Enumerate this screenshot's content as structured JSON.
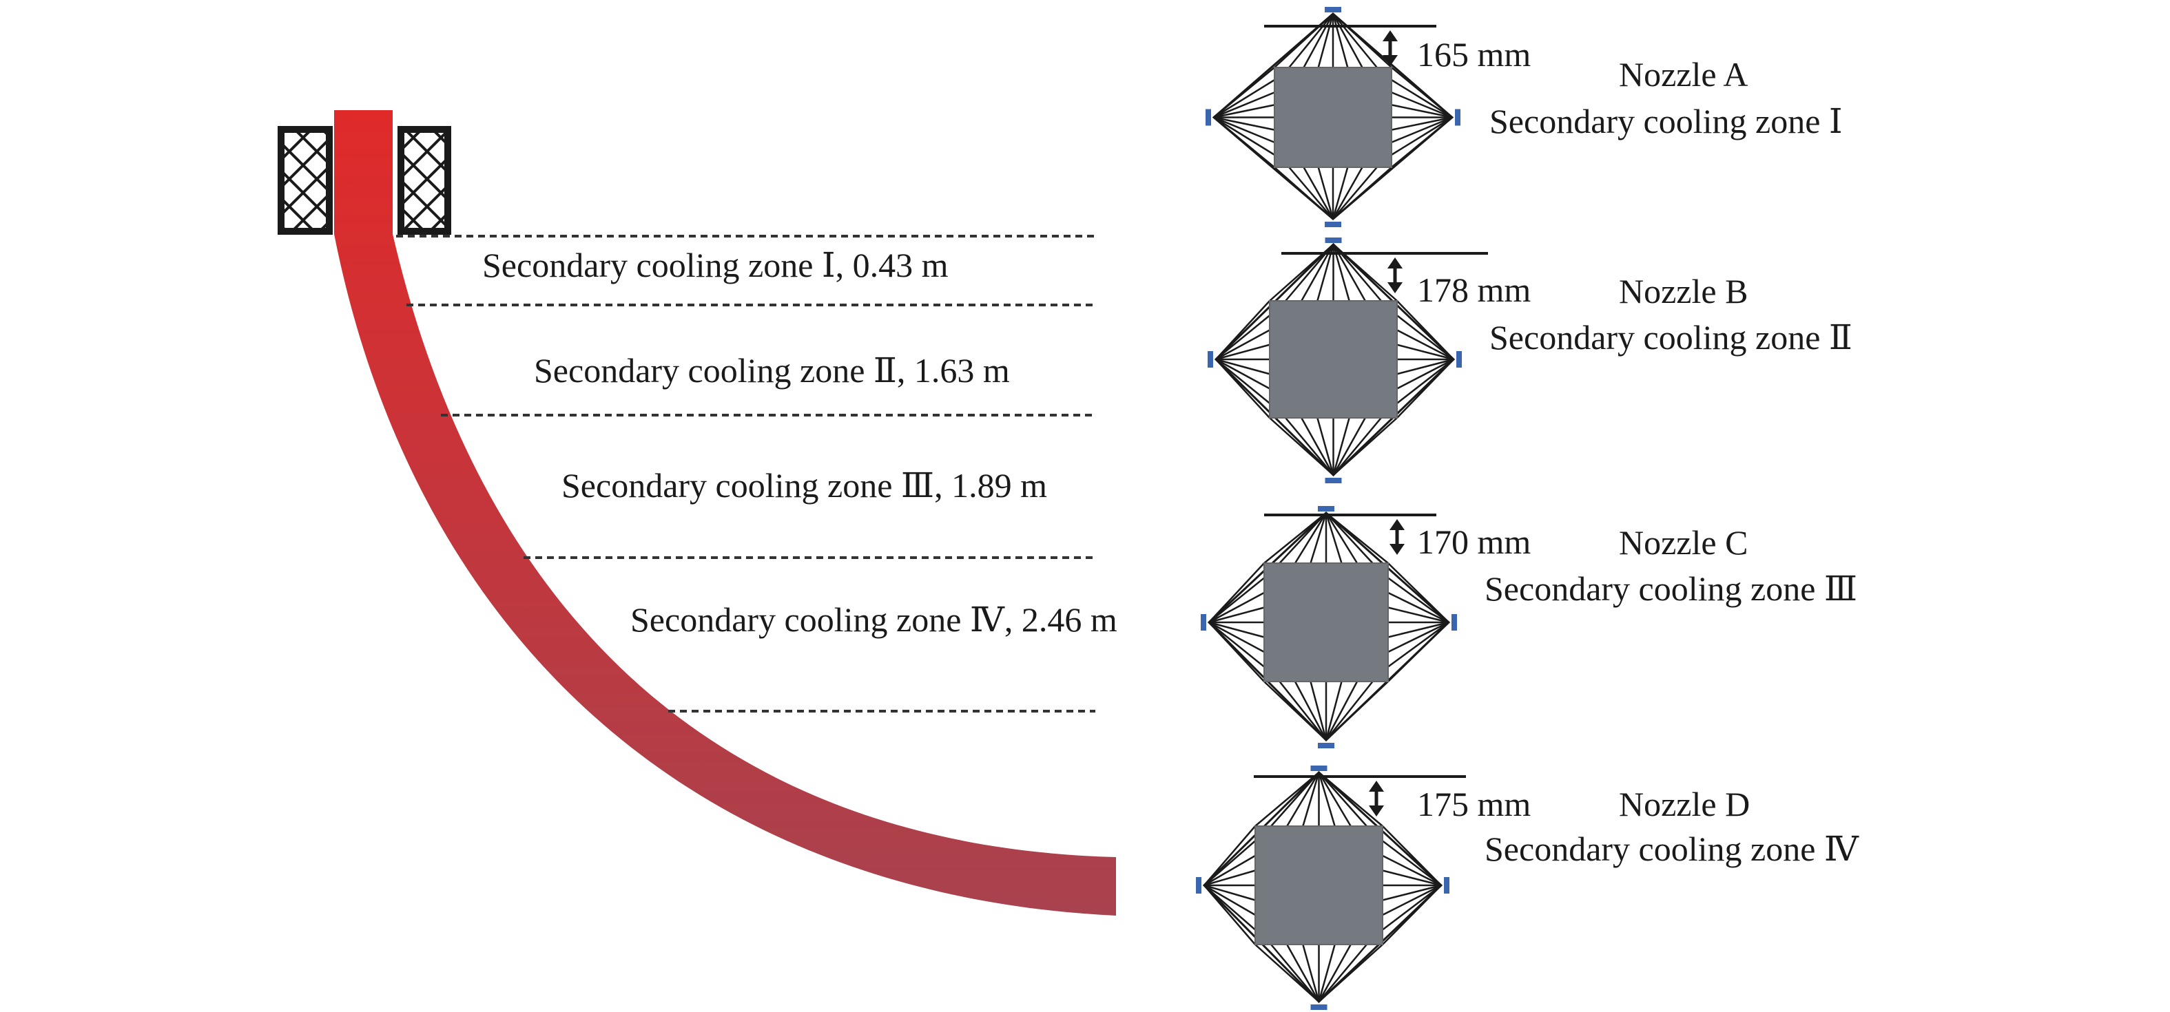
{
  "zones": [
    {
      "label": "Secondary cooling zone Ⅰ, 0.43 m"
    },
    {
      "label": "Secondary cooling zone Ⅱ, 1.63 m"
    },
    {
      "label": "Secondary cooling zone Ⅲ, 1.89 m"
    },
    {
      "label": "Secondary cooling zone Ⅳ, 2.46 m"
    }
  ],
  "nozzles": [
    {
      "name": "Nozzle A",
      "zone": "Secondary cooling zone Ⅰ",
      "distance": "165 mm"
    },
    {
      "name": "Nozzle B",
      "zone": "Secondary cooling zone Ⅱ",
      "distance": "178 mm"
    },
    {
      "name": "Nozzle C",
      "zone": "Secondary cooling zone Ⅲ",
      "distance": "170 mm"
    },
    {
      "name": "Nozzle D",
      "zone": "Secondary cooling zone Ⅳ",
      "distance": "175 mm"
    }
  ],
  "colors": {
    "strand_top": "#e02a2a",
    "strand_bottom": "#a8424e",
    "billet": "#757a80",
    "nozzle": "#3a66b0",
    "line": "#1a1a1a"
  }
}
